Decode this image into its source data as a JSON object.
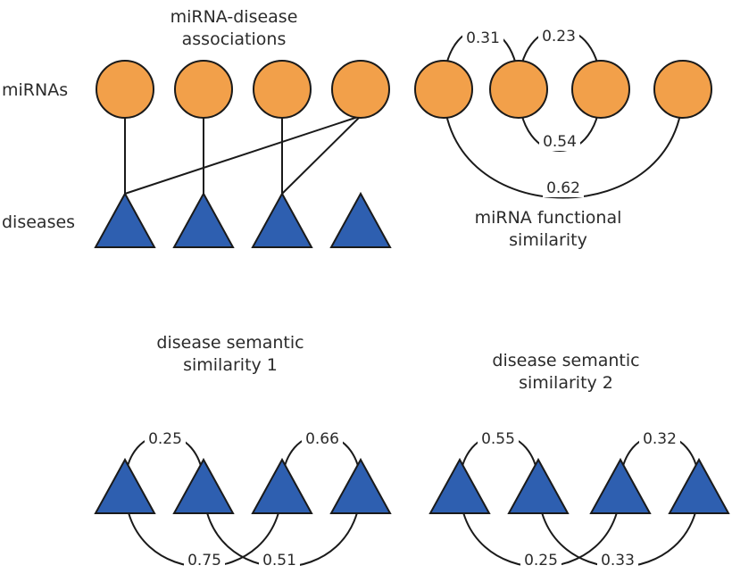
{
  "colors": {
    "mirna": "#f2a04a",
    "disease": "#2e5fb0",
    "line": "#1a1a1a"
  },
  "labels": {
    "assoc_title_1": "miRNA-disease",
    "assoc_title_2": "associations",
    "mirnas_row": "miRNAs",
    "diseases_row": "diseases",
    "func_title_1": "miRNA functional",
    "func_title_2": "similarity",
    "sem1_title_1": "disease semantic",
    "sem1_title_2": "similarity 1",
    "sem2_title_1": "disease semantic",
    "sem2_title_2": "similarity 2"
  },
  "associations": [
    [
      0,
      0
    ],
    [
      1,
      1
    ],
    [
      2,
      2
    ],
    [
      3,
      0
    ],
    [
      3,
      2
    ]
  ],
  "functional_similarity": [
    {
      "from": 0,
      "to": 1,
      "weight": "0.31"
    },
    {
      "from": 1,
      "to": 2,
      "weight": "0.23"
    },
    {
      "from": 1,
      "to": 2,
      "weight": "0.54"
    },
    {
      "from": 0,
      "to": 3,
      "weight": "0.62"
    }
  ],
  "semantic_similarity_1": [
    {
      "from": 0,
      "to": 1,
      "weight": "0.25"
    },
    {
      "from": 2,
      "to": 3,
      "weight": "0.66"
    },
    {
      "from": 0,
      "to": 2,
      "weight": "0.75"
    },
    {
      "from": 1,
      "to": 3,
      "weight": "0.51"
    }
  ],
  "semantic_similarity_2": [
    {
      "from": 0,
      "to": 1,
      "weight": "0.55"
    },
    {
      "from": 2,
      "to": 3,
      "weight": "0.32"
    },
    {
      "from": 0,
      "to": 2,
      "weight": "0.25"
    },
    {
      "from": 1,
      "to": 3,
      "weight": "0.33"
    }
  ]
}
